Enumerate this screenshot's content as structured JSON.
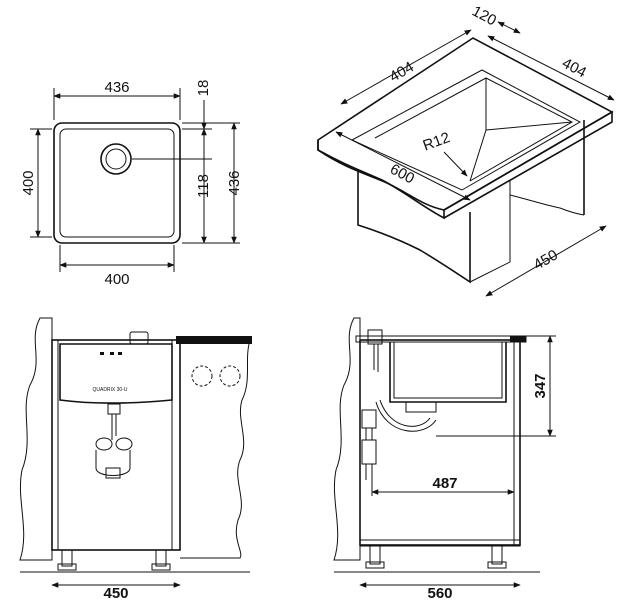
{
  "top_view": {
    "width_outer": "436",
    "rim": "18",
    "height_outer": "436",
    "width_inner": "400",
    "height_inner": "400",
    "drain_offset": "118"
  },
  "iso_view": {
    "depth": "120",
    "bowl_width": "404",
    "bowl_length": "404",
    "radius": "R12",
    "countertop_width": "600",
    "cabinet_depth": "450"
  },
  "front_view": {
    "cabinet_width": "450",
    "product_label": "QUADRIX 30-U"
  },
  "side_view": {
    "bowl_depth": "347",
    "drain_distance": "487",
    "cabinet_depth": "560"
  }
}
